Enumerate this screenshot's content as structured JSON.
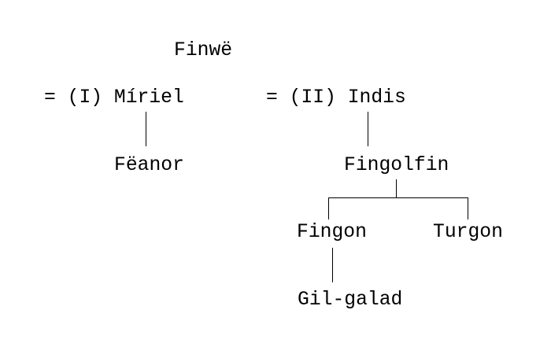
{
  "diagram": {
    "type": "genealogy-tree",
    "title_text": "Finwë",
    "background_color": "#ffffff",
    "line_color": "#000000",
    "text_color": "#000000",
    "nodes": {
      "root": "Finwë",
      "spouse_first": "= (I) Míriel",
      "spouse_second": "= (II) Indis",
      "child_feanor": "Fëanor",
      "child_fingolfin": "Fingolfin",
      "child_fingon": "Fingon",
      "child_turgon": "Turgon",
      "child_gilgalad": "Gil-galad"
    },
    "marriage_markers": {
      "first": "= (I)",
      "second": "= (II)"
    },
    "generations": [
      {
        "level": 1,
        "members": [
          "Finwë"
        ]
      },
      {
        "level": 2,
        "members": [
          "= (I) Míriel",
          "= (II) Indis"
        ]
      },
      {
        "level": 3,
        "members": [
          "Fëanor",
          "Fingolfin"
        ]
      },
      {
        "level": 4,
        "members": [
          "Fingon",
          "Turgon"
        ]
      },
      {
        "level": 5,
        "members": [
          "Gil-galad"
        ]
      }
    ],
    "edges": [
      {
        "from": "= (I) Míriel",
        "to": "Fëanor",
        "style": "vertical"
      },
      {
        "from": "= (II) Indis",
        "to": "Fingolfin",
        "style": "vertical"
      },
      {
        "from": "Fingolfin",
        "to": "Fingon",
        "style": "bracket"
      },
      {
        "from": "Fingolfin",
        "to": "Turgon",
        "style": "bracket"
      },
      {
        "from": "Fingon",
        "to": "Gil-galad",
        "style": "vertical"
      }
    ]
  }
}
